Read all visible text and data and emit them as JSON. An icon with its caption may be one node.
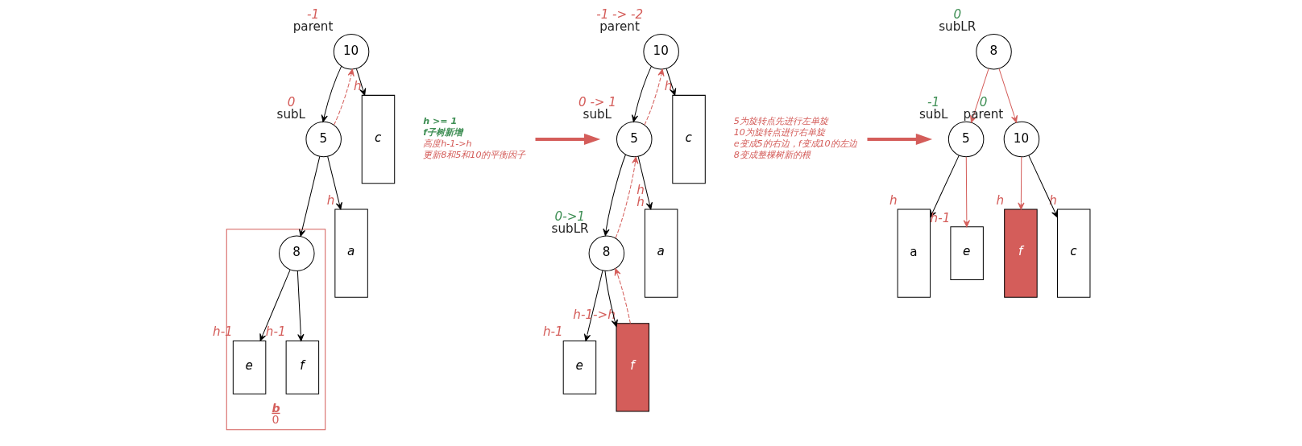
{
  "diagram": {
    "nodes": [
      {
        "text": [
          "10"
        ],
        "beside": [
          "-1",
          "parent"
        ]
      },
      {
        "text": [
          "5"
        ],
        "beside": [
          "0",
          "subL"
        ]
      },
      {
        "text": [
          "b"
        ],
        "beside": [
          "0"
        ]
      },
      {
        "text": [
          "8"
        ],
        "in": 2
      },
      {
        "text": [
          "a"
        ],
        "beside": [
          "h"
        ]
      },
      {
        "text": [
          "e"
        ],
        "in": 2,
        "beside": [
          "h-1"
        ]
      },
      {
        "text": [
          "f"
        ],
        "in": 2,
        "beside": [
          "h-1"
        ]
      },
      {
        "text": [
          "c"
        ],
        "beside": [
          "h"
        ]
      },
      {
        "text": [
          "h >= 1",
          "f子树新增",
          "高度h-1->h",
          "更新8和5和10的平衡因子"
        ]
      },
      {
        "text": [
          "10"
        ],
        "beside": [
          "-1 -> -2",
          "parent"
        ]
      },
      {
        "text": [
          "5"
        ],
        "beside": [
          "0 -> 1",
          "subL"
        ]
      },
      {
        "text": [
          "8"
        ],
        "beside": [
          "0->1",
          "subLR"
        ]
      },
      {
        "text": [
          "a"
        ],
        "beside": [
          "h",
          "h"
        ]
      },
      {
        "text": [
          "e"
        ],
        "beside": [
          "h-1"
        ]
      },
      {
        "text": [
          "f"
        ],
        "beside": [
          "h-1->h"
        ]
      },
      {
        "text": [
          "c"
        ],
        "beside": [
          "h"
        ]
      },
      {
        "text": [
          "5为旋转点先进行左单旋",
          "10为旋转点进行右单旋",
          "e变成5的右边，f变成10的左边",
          "8变成整棵树新的根"
        ]
      },
      {
        "text": [
          "8"
        ],
        "beside": [
          "0",
          "subLR"
        ]
      },
      {
        "text": [
          "5"
        ],
        "beside": [
          "-1",
          "subL"
        ]
      },
      {
        "text": [
          "10"
        ],
        "beside": [
          "0",
          "parent"
        ]
      },
      {
        "text": [
          "a"
        ],
        "beside": [
          "h"
        ]
      },
      {
        "text": [
          "e"
        ],
        "beside": [
          "h-1"
        ]
      },
      {
        "text": [
          "f"
        ],
        "beside": [
          "h"
        ]
      },
      {
        "text": [
          "c"
        ],
        "beside": [
          "h"
        ]
      }
    ],
    "edges": [
      {
        "from": 0,
        "to": 1,
        "arrow": "to"
      },
      {
        "from": 1,
        "to": 0,
        "arrow": "to",
        "style": "dashed",
        "color": "#d45d5a"
      },
      {
        "from": 0,
        "to": 7,
        "arrow": "to"
      },
      {
        "from": 1,
        "to": 4,
        "arrow": "to"
      },
      {
        "from": 1,
        "to": 3,
        "arrow": "to"
      },
      {
        "from": 3,
        "to": 5,
        "arrow": "to"
      },
      {
        "from": 3,
        "to": 6,
        "arrow": "to"
      },
      {
        "from": 8,
        "to": null,
        "arrow": "to",
        "style": "thick",
        "color": "#d45d5a"
      },
      {
        "from": 9,
        "to": 10,
        "arrow": "to"
      },
      {
        "from": 10,
        "to": 9,
        "arrow": "to",
        "style": "dashed",
        "color": "#d45d5a"
      },
      {
        "from": 9,
        "to": 15,
        "arrow": "to"
      },
      {
        "from": 10,
        "to": 12,
        "arrow": "to"
      },
      {
        "from": 10,
        "to": 11,
        "arrow": "to"
      },
      {
        "from": 11,
        "to": 10,
        "arrow": "to",
        "style": "dashed",
        "color": "#d45d5a"
      },
      {
        "from": 11,
        "to": 13,
        "arrow": "to"
      },
      {
        "from": 11,
        "to": 14,
        "arrow": "to"
      },
      {
        "from": 14,
        "to": 11,
        "arrow": "to",
        "style": "dashed",
        "color": "#d45d5a"
      },
      {
        "from": 16,
        "to": null,
        "arrow": "to",
        "style": "thick",
        "color": "#d45d5a"
      },
      {
        "from": 17,
        "to": 18,
        "arrow": "to",
        "color": "#d45d5a"
      },
      {
        "from": 17,
        "to": 19,
        "arrow": "to",
        "color": "#d45d5a"
      },
      {
        "from": 18,
        "to": 20,
        "arrow": "to"
      },
      {
        "from": 18,
        "to": 21,
        "arrow": "to",
        "color": "#d45d5a"
      },
      {
        "from": 19,
        "to": 22,
        "arrow": "to",
        "color": "#d45d5a"
      },
      {
        "from": 19,
        "to": 23,
        "arrow": "to"
      }
    ]
  }
}
